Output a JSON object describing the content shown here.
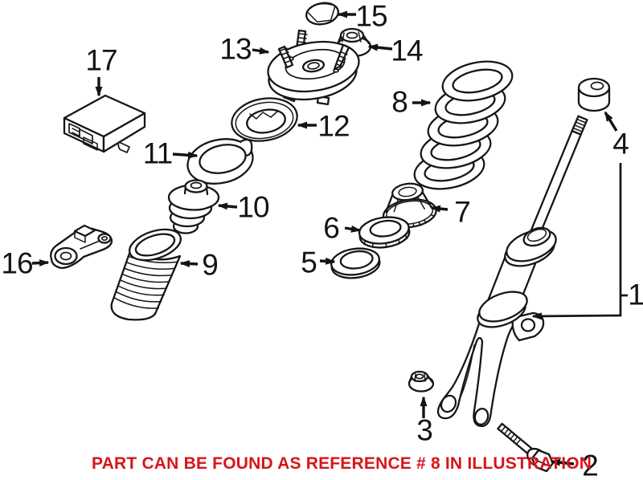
{
  "note": {
    "text": "PART CAN BE FOUND AS REFERENCE # 8 IN ILLUSTRATION",
    "color": "#d8151a"
  },
  "colors": {
    "line": "#161616",
    "background": "#ffffff"
  },
  "parts": [
    {
      "ref": "1"
    },
    {
      "ref": "2"
    },
    {
      "ref": "3"
    },
    {
      "ref": "4"
    },
    {
      "ref": "5"
    },
    {
      "ref": "6"
    },
    {
      "ref": "7"
    },
    {
      "ref": "8"
    },
    {
      "ref": "9"
    },
    {
      "ref": "10"
    },
    {
      "ref": "11"
    },
    {
      "ref": "12"
    },
    {
      "ref": "13"
    },
    {
      "ref": "14"
    },
    {
      "ref": "15"
    },
    {
      "ref": "16"
    },
    {
      "ref": "17"
    }
  ]
}
